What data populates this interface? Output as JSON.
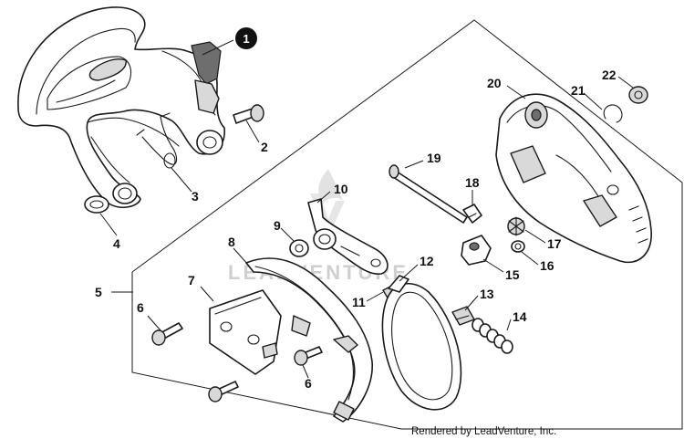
{
  "callouts": [
    {
      "id": "p1",
      "label": "1",
      "highlighted": true
    },
    {
      "id": "p2",
      "label": "2"
    },
    {
      "id": "p3",
      "label": "3"
    },
    {
      "id": "p4",
      "label": "4"
    },
    {
      "id": "p5",
      "label": "5"
    },
    {
      "id": "p6a",
      "label": "6"
    },
    {
      "id": "p6b",
      "label": "6"
    },
    {
      "id": "p7",
      "label": "7"
    },
    {
      "id": "p8",
      "label": "8"
    },
    {
      "id": "p9",
      "label": "9"
    },
    {
      "id": "p10",
      "label": "10"
    },
    {
      "id": "p11",
      "label": "11"
    },
    {
      "id": "p12",
      "label": "12"
    },
    {
      "id": "p13",
      "label": "13"
    },
    {
      "id": "p14",
      "label": "14"
    },
    {
      "id": "p15",
      "label": "15"
    },
    {
      "id": "p16",
      "label": "16"
    },
    {
      "id": "p17",
      "label": "17"
    },
    {
      "id": "p18",
      "label": "18"
    },
    {
      "id": "p19",
      "label": "19"
    },
    {
      "id": "p20",
      "label": "20"
    },
    {
      "id": "p21",
      "label": "21"
    },
    {
      "id": "p22",
      "label": "22"
    }
  ],
  "watermark": "LEADVENTURE",
  "credit": "Rendered by LeadVenture, Inc.",
  "colors": {
    "ink": "#1a1a1a",
    "badge": "#111111",
    "watermark": "#cfcfcf"
  }
}
